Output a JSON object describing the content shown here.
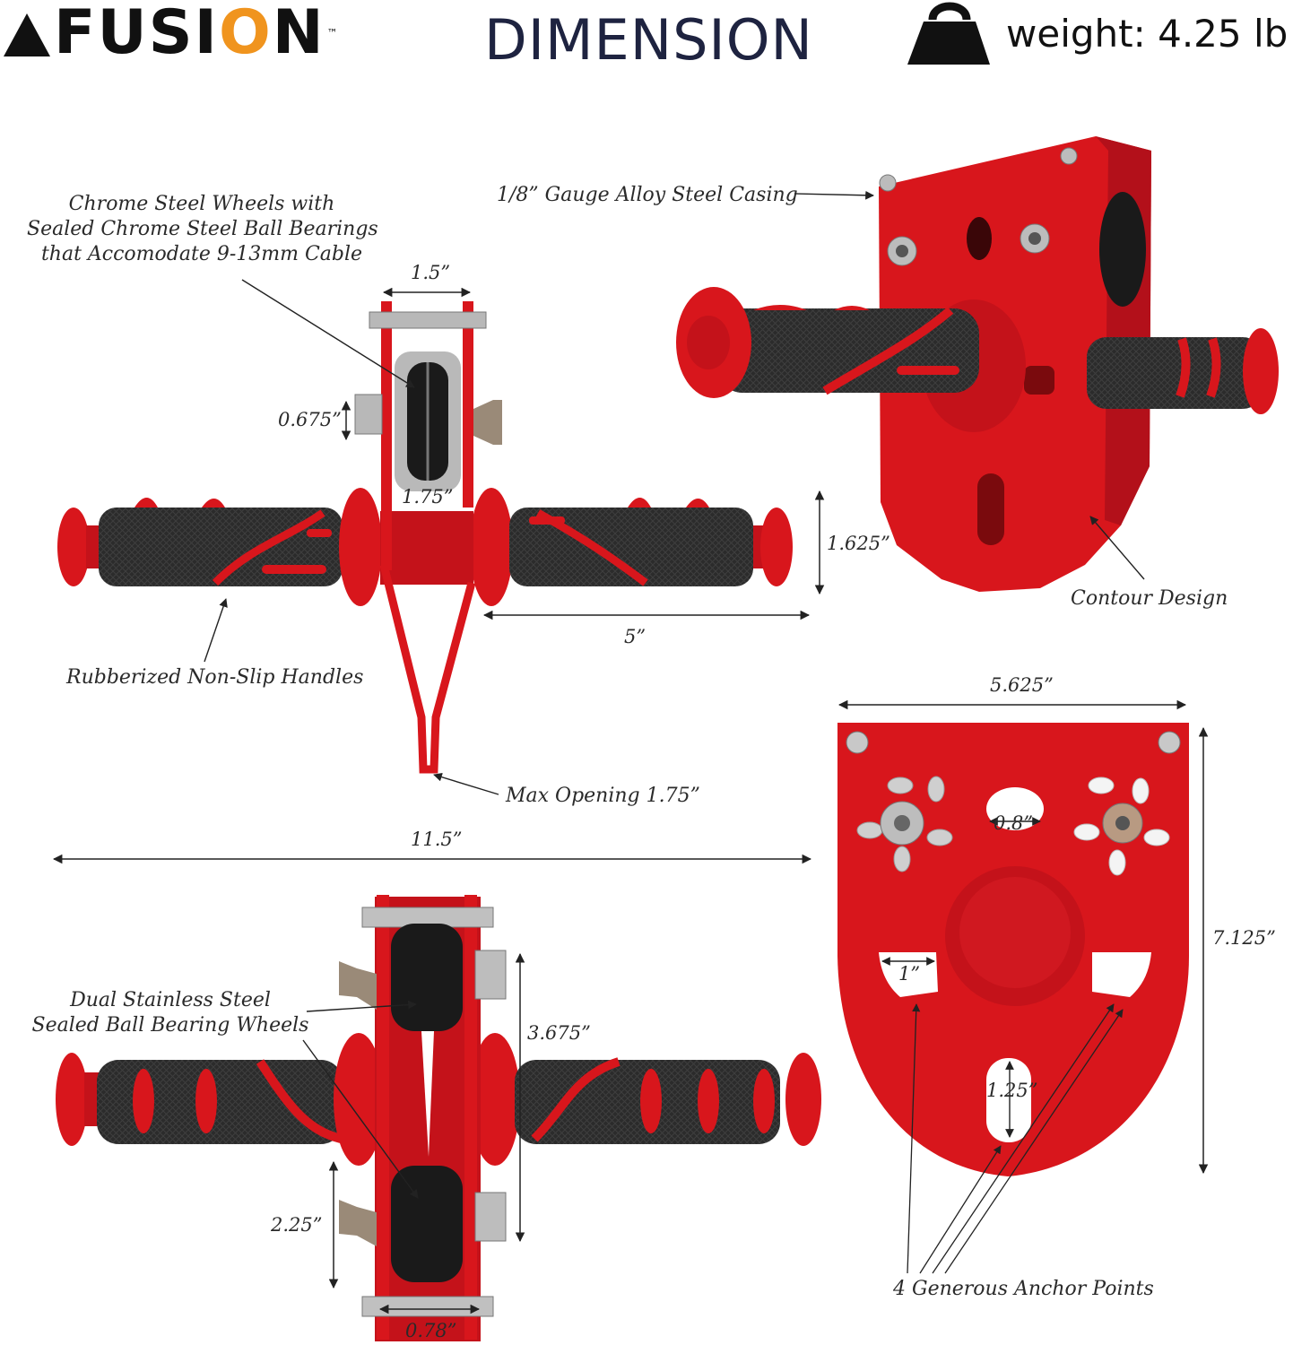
{
  "header": {
    "brand_main": "FUSI",
    "brand_o": "O",
    "brand_end": "N",
    "trademark": "™",
    "title": "DIMENSION",
    "weight": "weight: 4.25 lb",
    "weight_icon": "kettlebell-weight-icon"
  },
  "callouts": {
    "wheels_line1": "Chrome Steel Wheels with",
    "wheels_line2": "Sealed Chrome Steel Ball Bearings",
    "wheels_line3": "that Accomodate 9-13mm Cable",
    "casing": "1/8” Gauge Alloy Steel Casing",
    "handles": "Rubberized Non-Slip Handles",
    "contour": "Contour Design",
    "max_opening": "Max Opening 1.75”",
    "dual_line1": "Dual Stainless Steel",
    "dual_line2": "Sealed Ball Bearing Wheels",
    "anchors": "4 Generous Anchor Points"
  },
  "dimensions": {
    "frame_width": "1.5”",
    "axle_offset": "0.675”",
    "wheel_gap": "1.75”",
    "grip_diameter": "1.625”",
    "handle_length": "5”",
    "plate_width": "5.625”",
    "plate_height": "7.125”",
    "center_hole": "0.8”",
    "overall_length": "11.5”",
    "wheel_span": "3.675”",
    "lower_offset": "2.25”",
    "side_thickness": "0.78”",
    "anchor_width": "1”",
    "bottom_slot": "1.25”"
  },
  "colors": {
    "red": "#d8161c",
    "dark_red": "#9e0c10",
    "grip": "#2b2b2b",
    "steel": "#b8b8b8"
  }
}
